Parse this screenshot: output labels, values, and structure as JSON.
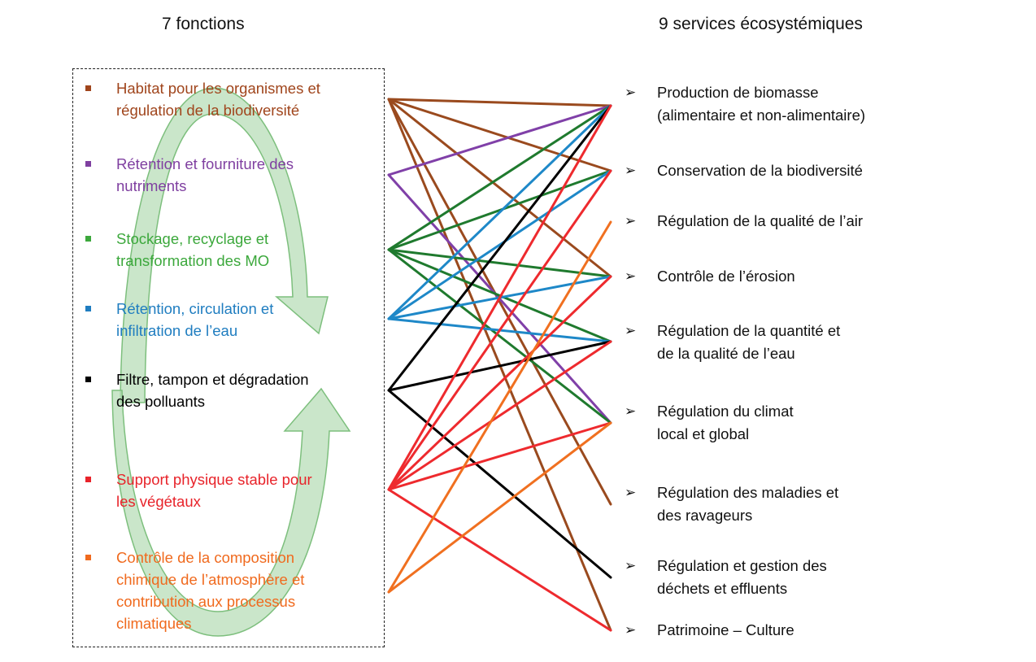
{
  "titles": {
    "functions": "7 fonctions",
    "services": "9 services écosystémiques"
  },
  "functions": [
    {
      "id": "habitat",
      "label": "Habitat pour les organismes et\nrégulation de la biodiversité",
      "color": "#A0451C"
    },
    {
      "id": "nutrients",
      "label": "Rétention et fourniture des\nnutriments",
      "color": "#7F3FA0"
    },
    {
      "id": "organic",
      "label": "Stockage, recyclage et\ntransformation des MO",
      "color": "#3CA83C"
    },
    {
      "id": "water",
      "label": "Rétention, circulation et\ninfiltration de l’eau",
      "color": "#1F7DC0"
    },
    {
      "id": "filter",
      "label": "Filtre, tampon et dégradation\ndes polluants",
      "color": "#000000"
    },
    {
      "id": "support",
      "label": "Support physique stable pour\nles végétaux",
      "color": "#E8232A"
    },
    {
      "id": "atmosphere",
      "label": "Contrôle de la composition\nchimique de l’atmosphère et\ncontribution aux processus\nclimatiques",
      "color": "#F06A1E"
    }
  ],
  "services": [
    {
      "id": "biomass",
      "label": "Production de biomasse\n(alimentaire et non-alimentaire)"
    },
    {
      "id": "biodiversity",
      "label": "Conservation de la biodiversité"
    },
    {
      "id": "air",
      "label": "Régulation de la qualité de l’air"
    },
    {
      "id": "erosion",
      "label": "Contrôle de l’érosion"
    },
    {
      "id": "water_reg",
      "label": "Régulation de la quantité et\nde la qualité de l’eau"
    },
    {
      "id": "climate",
      "label": "Régulation du climat\nlocal et global"
    },
    {
      "id": "pests",
      "label": "Régulation des maladies et\ndes ravageurs"
    },
    {
      "id": "waste",
      "label": "Régulation et gestion des\ndéchets et effluents"
    },
    {
      "id": "heritage",
      "label": "Patrimoine – Culture"
    }
  ],
  "service_arrow": "➢",
  "link_colors": {
    "habitat": "#9A4A1E",
    "nutrients": "#8040A8",
    "organic": "#1F7A2E",
    "water": "#1E88C8",
    "filter": "#000000",
    "support": "#EE2A2E",
    "atmosphere": "#F07020"
  },
  "cycle_arrow_color": "#B8DDB8",
  "links": [
    {
      "from": "habitat",
      "to": "biomass"
    },
    {
      "from": "habitat",
      "to": "biodiversity"
    },
    {
      "from": "habitat",
      "to": "erosion"
    },
    {
      "from": "habitat",
      "to": "pests"
    },
    {
      "from": "habitat",
      "to": "heritage"
    },
    {
      "from": "nutrients",
      "to": "biomass"
    },
    {
      "from": "nutrients",
      "to": "climate"
    },
    {
      "from": "organic",
      "to": "biomass"
    },
    {
      "from": "organic",
      "to": "biodiversity"
    },
    {
      "from": "organic",
      "to": "erosion"
    },
    {
      "from": "organic",
      "to": "water_reg"
    },
    {
      "from": "organic",
      "to": "climate"
    },
    {
      "from": "water",
      "to": "biomass"
    },
    {
      "from": "water",
      "to": "biodiversity"
    },
    {
      "from": "water",
      "to": "erosion"
    },
    {
      "from": "water",
      "to": "water_reg"
    },
    {
      "from": "filter",
      "to": "biomass"
    },
    {
      "from": "filter",
      "to": "water_reg"
    },
    {
      "from": "filter",
      "to": "waste"
    },
    {
      "from": "support",
      "to": "biomass"
    },
    {
      "from": "support",
      "to": "biodiversity"
    },
    {
      "from": "support",
      "to": "erosion"
    },
    {
      "from": "support",
      "to": "water_reg"
    },
    {
      "from": "support",
      "to": "climate"
    },
    {
      "from": "support",
      "to": "heritage"
    },
    {
      "from": "atmosphere",
      "to": "air"
    },
    {
      "from": "atmosphere",
      "to": "climate"
    }
  ]
}
